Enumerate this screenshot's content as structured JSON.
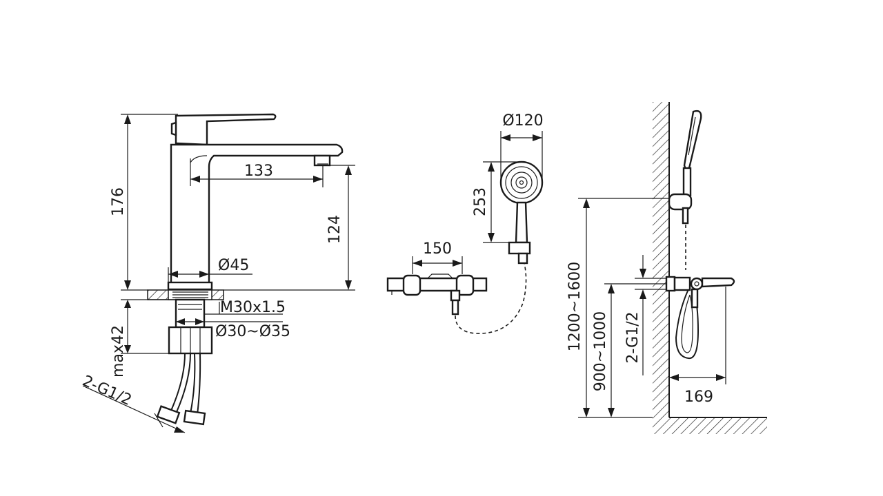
{
  "basin_faucet": {
    "height": "176",
    "spout_reach": "133",
    "spout_height": "124",
    "body_diameter": "Ø45",
    "thread": "M30x1.5",
    "hole_range": "Ø30~Ø35",
    "max_thickness": "max42",
    "connection": "2-G1/2"
  },
  "shower_mixer": {
    "body_width": "150",
    "head_diameter": "Ø120",
    "handshower_length": "253"
  },
  "installation": {
    "holder_height": "1200~1600",
    "mixer_height": "900~1000",
    "connection": "2-G1/2",
    "projection": "169"
  }
}
